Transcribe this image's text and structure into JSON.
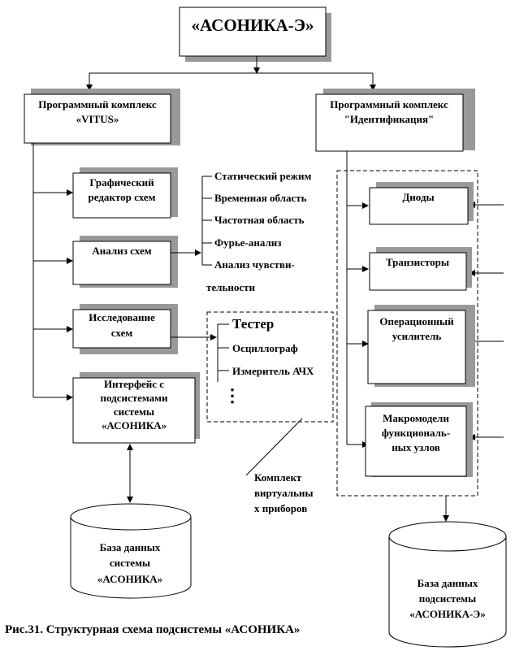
{
  "title_box": {
    "label": "«АСОНИКА-Э»"
  },
  "vitus": {
    "line1": "Программный комплекс",
    "line2": "«VITUS»"
  },
  "ident": {
    "line1": "Программный комплекс",
    "line2": "\"Идентификация\""
  },
  "graphic_editor": {
    "line1": "Графический",
    "line2": "редактор схем"
  },
  "circuit_analysis": {
    "label": "Анализ схем"
  },
  "circuit_research": {
    "line1": "Исследование",
    "line2": "схем"
  },
  "interface": {
    "line1": "Интерфейс с",
    "line2": "подсистемами",
    "line3": "системы",
    "line4": "«АСОНИКА»"
  },
  "analysis_modes": {
    "static": "Статический режим",
    "time": "Временная область",
    "freq": "Частотная область",
    "fourier": "Фурье-анализ",
    "sens1": "Анализ чувстви-",
    "sens2": "тельности"
  },
  "instruments": {
    "tester": "Тестер",
    "oscillograph": "Осциллограф",
    "afc_meter": "Измеритель АЧХ",
    "ellipsis": "⋮"
  },
  "virtual_kit": {
    "line1": "Комплект",
    "line2": "виртуальны",
    "line3": "х приборов"
  },
  "models": {
    "diodes": "Диоды",
    "transistors": "Транзисторы",
    "opamp1": "Операционный",
    "opamp2": "усилитель",
    "macro1": "Макромодели",
    "macro2": "функциональ-",
    "macro3": "ных узлов"
  },
  "db_asonika": {
    "line1": "База данных",
    "line2": "системы",
    "line3": "«АСОНИКА»"
  },
  "db_asonika_e": {
    "line1": "База данных",
    "line2": "подсистемы",
    "line3": "«АСОНИКА-Э»"
  },
  "caption": "Рис.31. Структурная схема подсистемы «АСОНИКА»"
}
